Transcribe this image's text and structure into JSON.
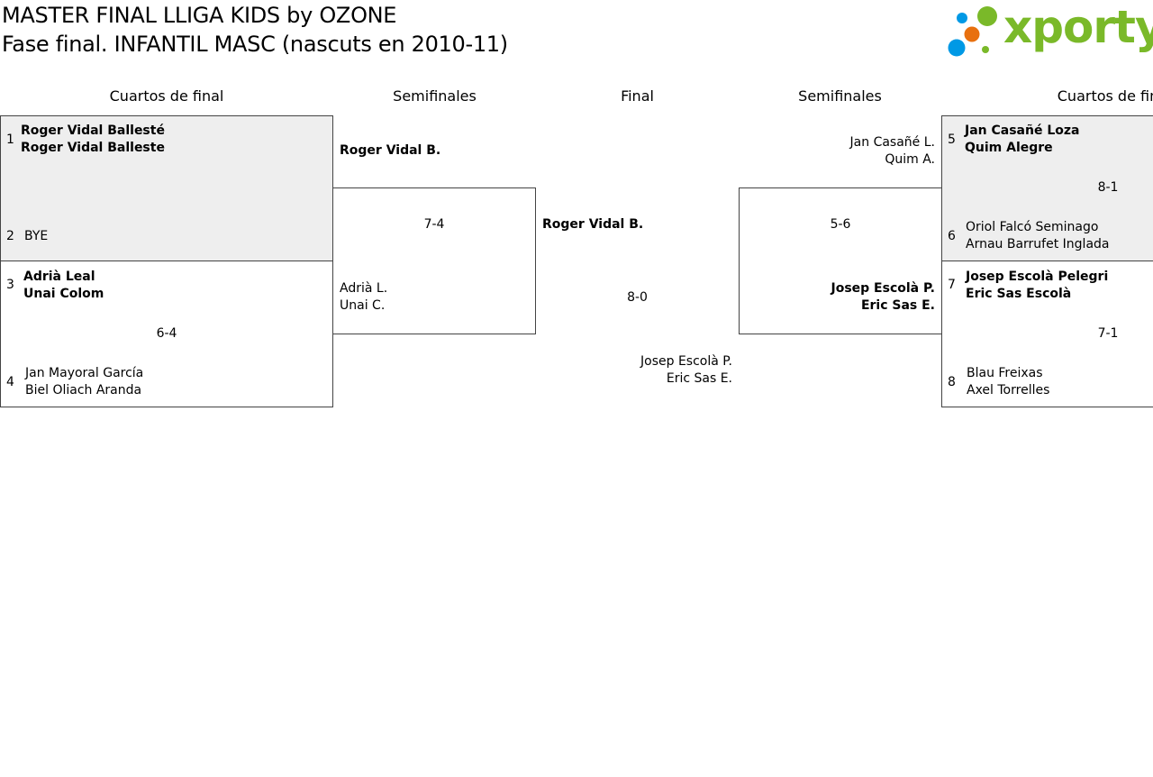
{
  "header": {
    "title_line1": "MASTER FINAL LLIGA KIDS by OZONE",
    "title_line2": "Fase final. INFANTIL MASC (nascuts en 2010-11)",
    "logo_text": "xporty",
    "logo_colors": [
      "#0099e5",
      "#7ab929",
      "#e8700f",
      "#0099e5",
      "#7ab929"
    ]
  },
  "columns": {
    "left_quarters": "Cuartos de final",
    "left_semis": "Semifinales",
    "final": "Final",
    "right_semis": "Semifinales",
    "right_quarters": "Cuartos de fin"
  },
  "quarters_left": [
    {
      "seed_top": "1",
      "top_line1": "Roger Vidal Ballesté",
      "top_line2": "Roger Vidal Balleste",
      "seed_bottom": "2",
      "bottom_line1": "BYE",
      "bottom_line2": "",
      "score": ""
    },
    {
      "seed_top": "3",
      "top_line1": "Adrià Leal",
      "top_line2": "Unai Colom",
      "seed_bottom": "4",
      "bottom_line1": "Jan Mayoral García",
      "bottom_line2": "Biel Oliach Aranda",
      "score": "6-4"
    }
  ],
  "semis_left": {
    "top_name": "Roger Vidal B.",
    "score": "7-4",
    "bottom_line1": "Adrià L.",
    "bottom_line2": "Unai C."
  },
  "final": {
    "winner": "Roger Vidal B.",
    "score": "8-0",
    "runner_up_line1": "Josep Escolà P.",
    "runner_up_line2": "Eric Sas E."
  },
  "semis_right": {
    "top_line1": "Jan Casañé L.",
    "top_line2": "Quim A.",
    "score": "5-6",
    "bottom_line1": "Josep Escolà P.",
    "bottom_line2": "Eric Sas E."
  },
  "quarters_right": [
    {
      "seed_top": "5",
      "top_line1": "Jan Casañé Loza",
      "top_line2": "Quim Alegre",
      "seed_bottom": "6",
      "bottom_line1": "Oriol Falcó Seminago",
      "bottom_line2": "Arnau Barrufet Inglada",
      "score": "8-1"
    },
    {
      "seed_top": "7",
      "top_line1": "Josep Escolà Pelegri",
      "top_line2": "Eric Sas Escolà",
      "seed_bottom": "8",
      "bottom_line1": "Blau Freixas",
      "bottom_line2": "Axel Torrelles",
      "score": "7-1"
    }
  ]
}
